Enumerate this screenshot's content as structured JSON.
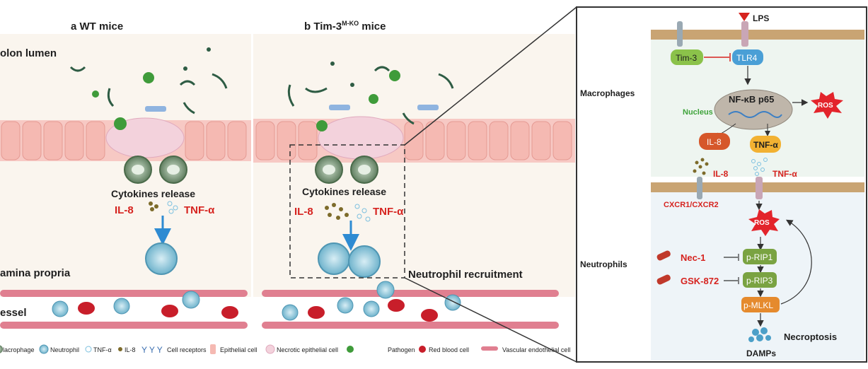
{
  "panel_a": {
    "title": "a  WT mice",
    "colon_lumen": "olon lumen",
    "lamina_propria": "amina propria",
    "vessel": "essel",
    "cytokines_release": "Cytokines release",
    "il8": "IL-8",
    "tnfa": "TNF-α"
  },
  "panel_b": {
    "title_prefix": "b  Tim-3",
    "title_sup": "M-KO",
    "title_suffix": " mice",
    "cytokines_release": "Cytokines release",
    "il8": "IL-8",
    "tnfa": "TNF-α",
    "neutrophil_recruitment": "Neutrophil recruitment"
  },
  "panel_c": {
    "lps": "LPS",
    "tim3": "Tim-3",
    "tlr4": "TLR4",
    "macrophages": "Macrophages",
    "nfkb": "NF-κB p65",
    "nucleus": "Nucleus",
    "ros_top": "ROS",
    "il8_box": "IL-8",
    "tnfa_box": "TNF-α",
    "il8_label": "IL-8",
    "tnfa_label": "TNF-α",
    "cxcr": "CXCR1/CXCR2",
    "ros_mid": "ROS",
    "neutrophils": "Neutrophils",
    "nec1": "Nec-1",
    "gsk": "GSK-872",
    "prip1": "p-RIP1",
    "prip3": "p-RIP3",
    "pmlkl": "p-MLKL",
    "necroptosis": "Necroptosis",
    "damps": "DAMPs"
  },
  "legend": {
    "macrophage": "lacrophage",
    "neutrophil": "Neutrophil",
    "tnfa": "TNF-α",
    "il8": "IL-8",
    "cell_receptors": "Cell receptors",
    "epithelial_cell": "Epithelial cell",
    "necrotic_epithelial_cell": "Necrotic epithelial cell",
    "pathogen": "Pathogen",
    "red_blood_cell": "Red blood cell",
    "vascular_endothelial_cell": "Vascular endothelial cell"
  },
  "colors": {
    "background_beige": "#faf5ee",
    "epithelium_pink": "#f7c9c4",
    "vessel_red": "#e07f90",
    "rbc_red": "#c81e2a",
    "neutrophil_blue": "#8fc9dc",
    "macrophage_green": "#6f8a6e",
    "label_red": "#d6231f",
    "arrow_blue": "#2e8bd2",
    "membrane_tan": "#c9a473",
    "right_panel_bg": "#eef5f0"
  }
}
